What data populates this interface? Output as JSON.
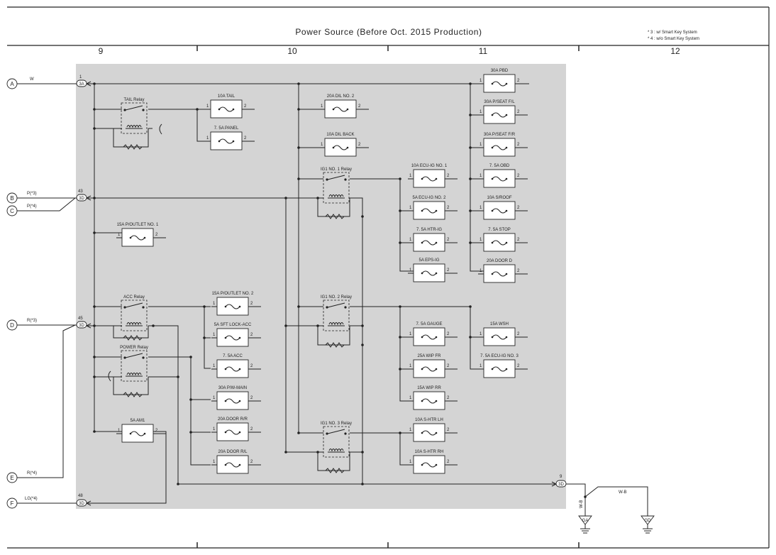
{
  "header": {
    "title": "Power Source (Before Oct.  2015 Production)",
    "notes": [
      "* 3 : w/ Smart Key System",
      "* 4 : w/o Smart Key System"
    ],
    "columns": [
      "9",
      "10",
      "11",
      "12"
    ]
  },
  "terminals": [
    {
      "id": "A",
      "wire": "W"
    },
    {
      "id": "B",
      "wire": "P(*3)"
    },
    {
      "id": "C",
      "wire": "P(*4)"
    },
    {
      "id": "D",
      "wire": "R(*3)"
    },
    {
      "id": "E",
      "wire": "R(*4)"
    },
    {
      "id": "F",
      "wire": "LG(*4)"
    }
  ],
  "connectors": [
    {
      "pin": "1",
      "name": "3A"
    },
    {
      "pin": "43",
      "name": "3D"
    },
    {
      "pin": "45",
      "name": "3D"
    },
    {
      "pin": "48",
      "name": "3D"
    },
    {
      "pin": "9",
      "name": "3D"
    }
  ],
  "relays": [
    "TAIL Relay",
    "ACC Relay",
    "POWER Relay",
    "IG1 NO. 1 Relay",
    "IG1 NO. 2 Relay",
    "IG1 NO. 3 Relay"
  ],
  "fuses": [
    "10A TAIL",
    "7. 5A PANEL",
    "15A P/OUTLET NO. 1",
    "15A P/OUTLET NO. 2",
    "5A SFT LOCK-ACC",
    "7. 5A ACC",
    "30A P/W-MAIN",
    "20A DOOR R/R",
    "20A DOOR R/L",
    "5A AM1",
    "20A DIL NO. 2",
    "10A DIL BACK",
    "10A ECU-IG NO. 1",
    "5A ECU-IG NO. 2",
    "7. 5A HTR-IG",
    "5A EPS-IG",
    "7. 5A GAUGE",
    "25A WIP FR",
    "15A WIP RR",
    "10A S-HTR LH",
    "10A S-HTR RH",
    "30A PBD",
    "30A P/SEAT F/L",
    "30A P/SEAT F/R",
    "7. 5A OBD",
    "10A S/ROOF",
    "7. 5A STOP",
    "20A DOOR D",
    "15A WSH",
    "7. 5A ECU-IG NO. 3"
  ],
  "fuse_pins": [
    "1",
    "2"
  ],
  "grounds": {
    "wire_vertical": "W-B",
    "wire_horizontal": "W-B",
    "labels": [
      "GA",
      "GD"
    ]
  }
}
